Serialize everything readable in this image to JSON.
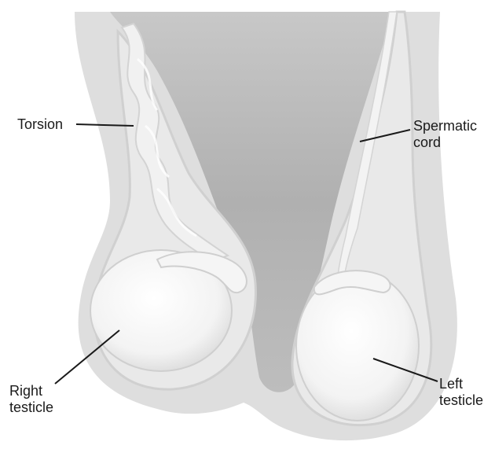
{
  "diagram": {
    "labels": {
      "torsion": "Torsion",
      "spermatic_cord": [
        "Spermatic",
        "cord"
      ],
      "right_testicle": [
        "Right",
        "testicle"
      ],
      "left_testicle": [
        "Left",
        "testicle"
      ]
    },
    "colors": {
      "skin": "#dcdcdc",
      "sac_inner": "#ececec",
      "sac_interior": "#b4b4b4",
      "testicle": "#f7f7f7",
      "leader_line": "#1a1a1a"
    }
  }
}
